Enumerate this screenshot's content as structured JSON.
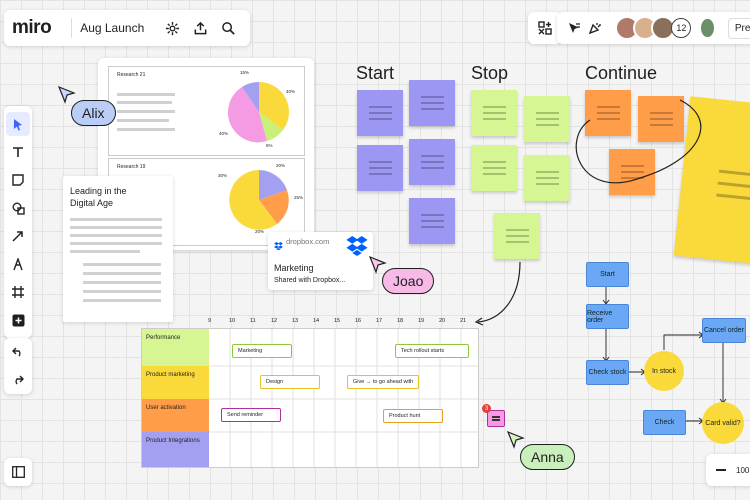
{
  "app": {
    "logo": "miro",
    "board_name": "Aug Launch",
    "present_label": "Prese",
    "collaborator_count": "12",
    "zoom": "100"
  },
  "columns": {
    "start": "Start",
    "stop": "Stop",
    "continue": "Continue"
  },
  "cursors": {
    "alix": "Alix",
    "joao": "Joao",
    "anna": "Anna"
  },
  "doc": {
    "title": "Leading in the Digital Age"
  },
  "research": {
    "card1": "Research 21",
    "card2": "Research 19",
    "pie1_labels": [
      "15%",
      "40%",
      "40%",
      "5%"
    ],
    "pie2_labels": [
      "20%",
      "30%",
      "25%",
      "20%"
    ]
  },
  "dropbox": {
    "brand": "dropbox.com",
    "title": "Marketing",
    "subtitle": "Shared with Dropbox..."
  },
  "flow": {
    "start": "Start",
    "receive": "Receive order",
    "check_stock": "Check stock",
    "in_stock": "In stock",
    "cancel": "Cancel order",
    "check": "Check",
    "card_valid": "Card valid?"
  },
  "gantt": {
    "weeks": [
      "9",
      "10",
      "11",
      "12",
      "13",
      "14",
      "15",
      "16",
      "17",
      "18",
      "19",
      "20",
      "21"
    ],
    "rows": [
      "Performance",
      "Product marketing",
      "User activation",
      "Product Integrations"
    ],
    "tasks": [
      "Marketing",
      "Tech rollout starts",
      "Design",
      "Give → to go ahead with",
      "Send reminder",
      "Product hunt"
    ]
  },
  "colors": {
    "accent": "#4262ff",
    "purple": "#9b97f2",
    "green": "#d5f692",
    "orange": "#ff9d48",
    "yellow": "#fada3a",
    "blue_node": "#6aa8f5"
  },
  "comment_badge": "3"
}
